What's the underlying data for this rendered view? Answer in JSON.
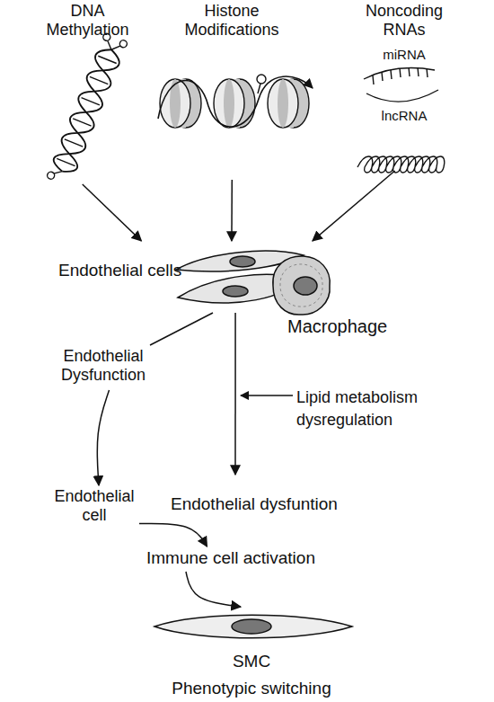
{
  "diagram": {
    "nodes": [
      {
        "text": [
          "DNA Methylation"
        ]
      },
      {
        "text": [
          "Histone Modifications"
        ]
      },
      {
        "text": [
          "Noncoding RNAs",
          "miRNA",
          "lncRNA"
        ]
      },
      {
        "text": [
          "Endothelial cells"
        ]
      },
      {
        "text": [
          "Macrophage"
        ]
      },
      {
        "text": [
          "Endothelial Dysfunction"
        ]
      },
      {
        "text": [
          "Endothelial cell"
        ]
      },
      {
        "text": [
          "Endothelial dysfuntion"
        ]
      },
      {
        "text": [
          "Immune cell activation"
        ]
      },
      {
        "text": [
          "SMC",
          "Phenotypic switching"
        ]
      }
    ],
    "edges": [
      {
        "from": 0,
        "to": 3,
        "arrow": "to"
      },
      {
        "from": 1,
        "to": 3,
        "arrow": "to"
      },
      {
        "from": 2,
        "to": 3,
        "arrow": "to"
      },
      {
        "from": 3,
        "to": 5,
        "arrow": "none"
      },
      {
        "from": 3,
        "to": 7,
        "arrow": "to"
      },
      {
        "from": 5,
        "to": 6,
        "arrow": "to"
      },
      {
        "from": 6,
        "to": 8,
        "arrow": "to"
      },
      {
        "from": 8,
        "to": 9,
        "arrow": "to"
      }
    ],
    "labels": [
      "Lipid metabolism dysregulation"
    ]
  }
}
